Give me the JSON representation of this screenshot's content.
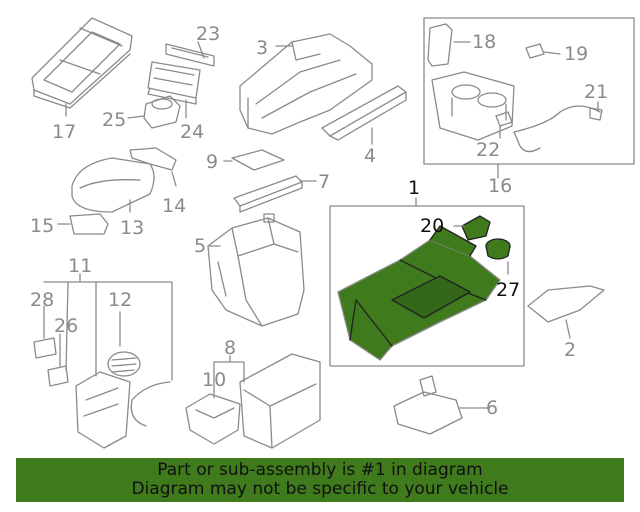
{
  "diagram": {
    "callouts": {
      "c1": "1",
      "c2": "2",
      "c3": "3",
      "c4": "4",
      "c5": "5",
      "c6": "6",
      "c7": "7",
      "c8": "8",
      "c9": "9",
      "c10": "10",
      "c11": "11",
      "c12": "12",
      "c13": "13",
      "c14": "14",
      "c15": "15",
      "c16": "16",
      "c17": "17",
      "c18": "18",
      "c19": "19",
      "c20": "20",
      "c21": "21",
      "c22": "22",
      "c23": "23",
      "c24": "24",
      "c25": "25",
      "c26": "26",
      "c27": "27",
      "c28": "28"
    },
    "highlight_color": "#3f7a1c",
    "line_color": "#8a8a8a"
  },
  "banner": {
    "line1": "Part or sub-assembly is #1 in diagram",
    "line2": "Diagram may not be specific to your vehicle"
  }
}
